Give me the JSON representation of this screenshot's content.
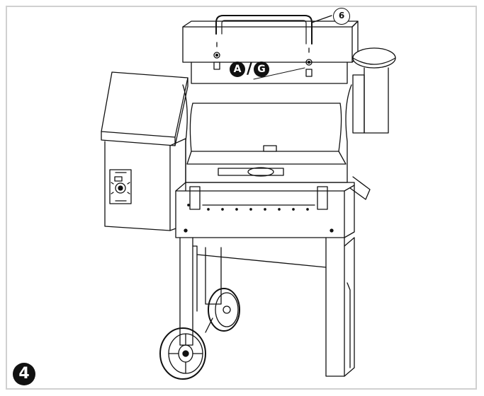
{
  "step_number": "4",
  "callouts": {
    "part_6": "6",
    "part_a": "A",
    "separator": "/",
    "part_g": "G"
  },
  "icons": [
    "grill-assembly-illustration",
    "handle",
    "screw",
    "washer",
    "wheel",
    "controller-dial"
  ],
  "colors": {
    "line": "#111111",
    "background": "#ffffff",
    "frame": "#d0d0d0"
  }
}
